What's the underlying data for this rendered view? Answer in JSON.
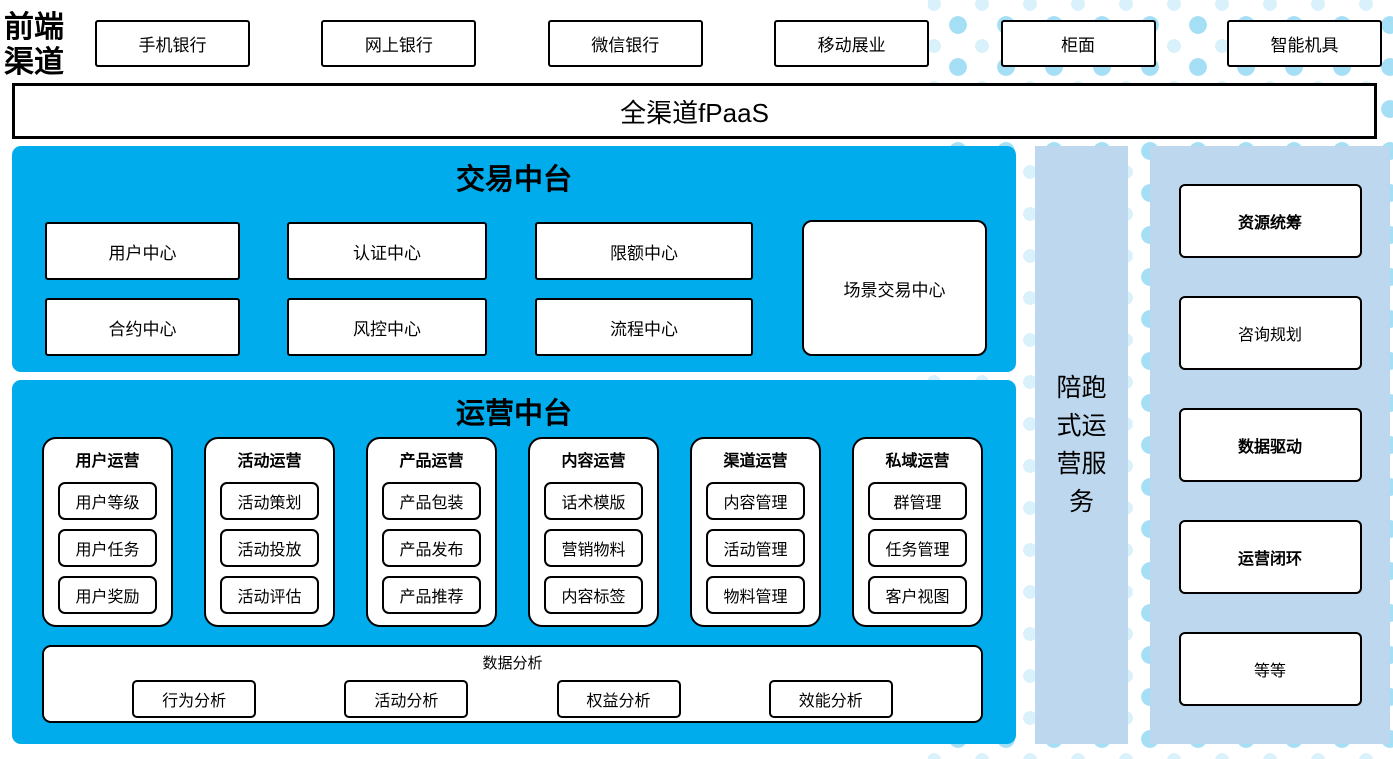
{
  "front_channels": {
    "label": "前端渠道",
    "items": [
      "手机银行",
      "网上银行",
      "微信银行",
      "移动展业",
      "柜面",
      "智能机具"
    ]
  },
  "fpaas": {
    "label": "全渠道fPaaS"
  },
  "transaction_platform": {
    "title": "交易中台",
    "centers": [
      "用户中心",
      "认证中心",
      "限额中心",
      "合约中心",
      "风控中心",
      "流程中心"
    ],
    "scene_center": "场景交易中心"
  },
  "operations_platform": {
    "title": "运营中台",
    "groups": [
      {
        "title": "用户运营",
        "items": [
          "用户等级",
          "用户任务",
          "用户奖励"
        ]
      },
      {
        "title": "活动运营",
        "items": [
          "活动策划",
          "活动投放",
          "活动评估"
        ]
      },
      {
        "title": "产品运营",
        "items": [
          "产品包装",
          "产品发布",
          "产品推荐"
        ]
      },
      {
        "title": "内容运营",
        "items": [
          "话术模版",
          "营销物料",
          "内容标签"
        ]
      },
      {
        "title": "渠道运营",
        "items": [
          "内容管理",
          "活动管理",
          "物料管理"
        ]
      },
      {
        "title": "私域运营",
        "items": [
          "群管理",
          "任务管理",
          "客户视图"
        ]
      }
    ],
    "data_analysis": {
      "title": "数据分析",
      "items": [
        "行为分析",
        "活动分析",
        "权益分析",
        "效能分析"
      ]
    }
  },
  "accompany_bar": {
    "label": "陪跑式运营服务"
  },
  "service_panel": {
    "items": [
      {
        "label": "资源统筹"
      },
      {
        "label": "咨询规划"
      },
      {
        "label": "数据驱动"
      },
      {
        "label": "运营闭环"
      },
      {
        "label": "等等"
      }
    ]
  },
  "colors": {
    "accent_blue": "#00acec",
    "panel_light_blue": "#bdd7ee",
    "dot_light": "#d9f1fb",
    "dot_medium": "#a5dff5"
  }
}
